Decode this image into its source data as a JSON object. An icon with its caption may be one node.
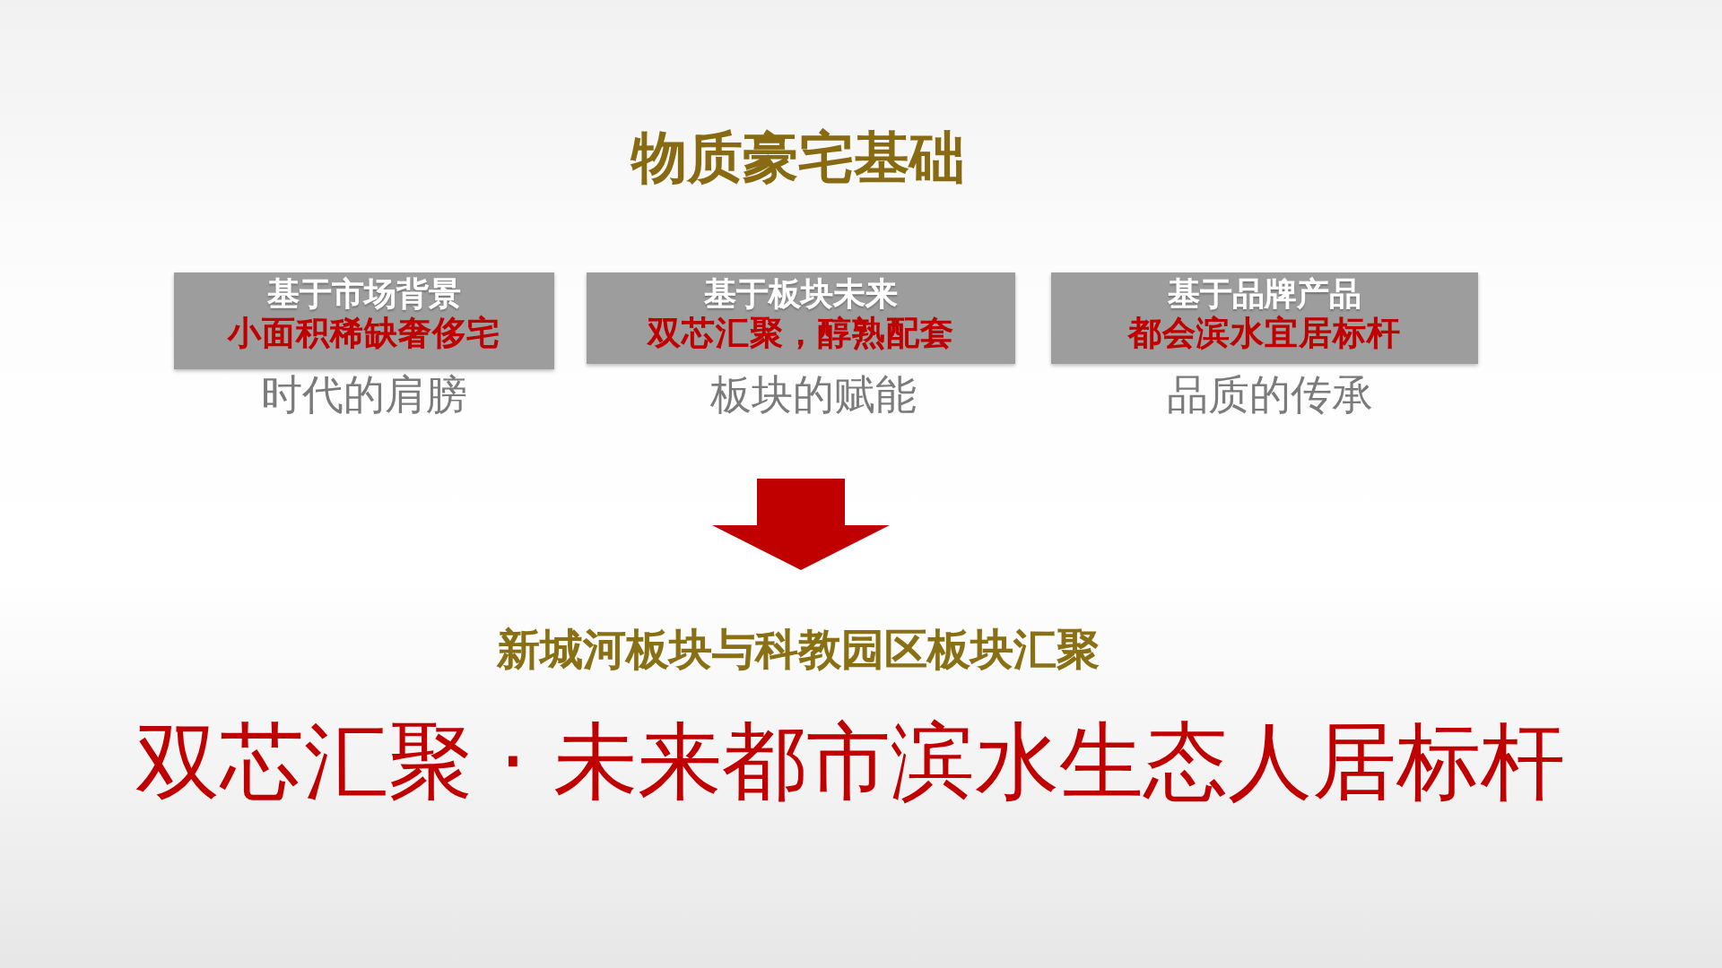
{
  "diagram": {
    "title": "物质豪宅基础",
    "nodes": [
      {
        "text": [
          "基于市场背景",
          "小面积稀缺奢侈宅"
        ],
        "beside": [
          "时代的肩膀"
        ]
      },
      {
        "text": [
          "基于板块未来",
          "双芯汇聚，醇熟配套"
        ],
        "beside": [
          "板块的赋能"
        ]
      },
      {
        "text": [
          "基于品牌产品",
          "都会滨水宜居标杆"
        ],
        "beside": [
          "品质的传承"
        ]
      },
      {
        "text": [
          "新城河板块与科教园区板块汇聚",
          "双芯汇聚 · 未来都市滨水生态人居标杆"
        ]
      }
    ],
    "edges": [
      {
        "from": null,
        "to": 3,
        "arrow": "to"
      }
    ]
  }
}
